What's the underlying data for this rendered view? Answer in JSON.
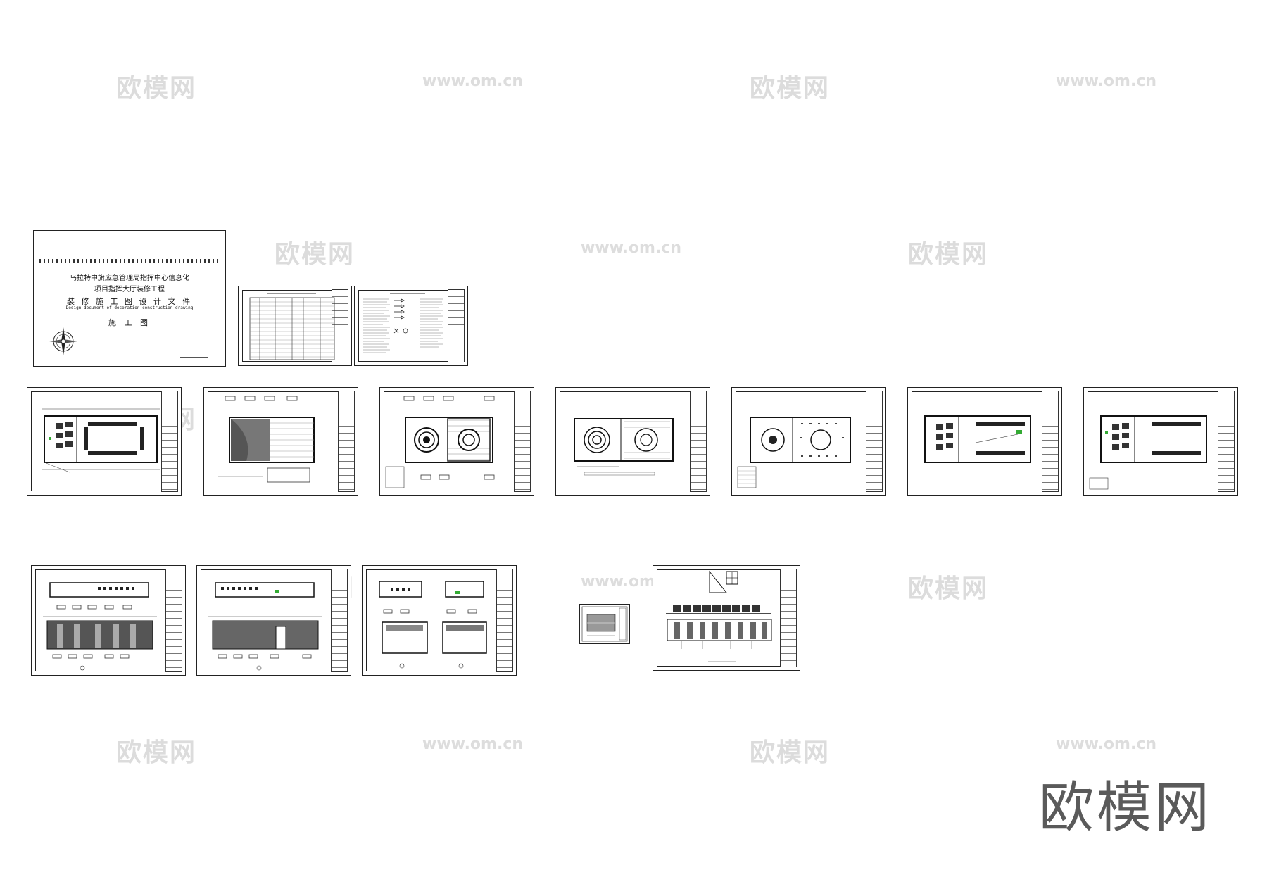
{
  "cover": {
    "line1": "乌拉特中旗应急管理局指挥中心信息化",
    "line2": "项目指挥大厅装修工程",
    "title_cn": "装 修 施 工 图 设 计 文 件",
    "title_en": "Design document of decoration construction drawing",
    "stage": "施 工 图"
  },
  "watermarks": {
    "logo_text": "欧模网",
    "url": "www.om.cn",
    "url_variant": "www.om.cn"
  }
}
